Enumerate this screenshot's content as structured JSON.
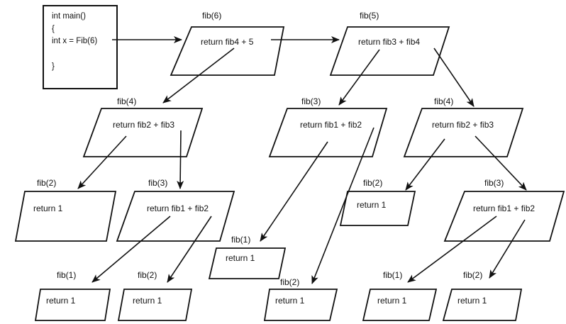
{
  "main_box": {
    "lines": [
      "int main()",
      "{",
      "int x = Fib(6)",
      "",
      "}"
    ]
  },
  "nodes": [
    {
      "id": "fib6",
      "label": "fib(6)",
      "text": "return fib4 + 5"
    },
    {
      "id": "fib5",
      "label": "fib(5)",
      "text": "return fib3 + fib4"
    },
    {
      "id": "fib4a",
      "label": "fib(4)",
      "text": "return fib2 + fib3"
    },
    {
      "id": "fib3a",
      "label": "fib(3)",
      "text": "return fib1 + fib2"
    },
    {
      "id": "fib4b",
      "label": "fib(4)",
      "text": "return fib2 + fib3"
    },
    {
      "id": "fib2a",
      "label": "fib(2)",
      "text": "return 1"
    },
    {
      "id": "fib3b",
      "label": "fib(3)",
      "text": "return fib1 + fib2"
    },
    {
      "id": "fib2b",
      "label": "fib(2)",
      "text": "return 1"
    },
    {
      "id": "fib3c",
      "label": "fib(3)",
      "text": "return fib1 + fib2"
    },
    {
      "id": "fib1a",
      "label": "fib(1)",
      "text": "return 1"
    },
    {
      "id": "fib1b",
      "label": "fib(1)",
      "text": "return 1"
    },
    {
      "id": "fib2c",
      "label": "fib(2)",
      "text": "return 1"
    },
    {
      "id": "fib2d",
      "label": "fib(2)",
      "text": "return 1"
    },
    {
      "id": "fib1c",
      "label": "fib(1)",
      "text": "return 1"
    },
    {
      "id": "fib2e",
      "label": "fib(2)",
      "text": "return 1"
    }
  ],
  "edges": [
    [
      "main",
      "fib6"
    ],
    [
      "fib6",
      "fib5"
    ],
    [
      "fib6",
      "fib4a"
    ],
    [
      "fib5",
      "fib3a"
    ],
    [
      "fib5",
      "fib4b"
    ],
    [
      "fib4a",
      "fib2a"
    ],
    [
      "fib4a",
      "fib3b"
    ],
    [
      "fib3a",
      "fib1a"
    ],
    [
      "fib3a",
      "fib2d"
    ],
    [
      "fib4b",
      "fib2b"
    ],
    [
      "fib4b",
      "fib3c"
    ],
    [
      "fib3b",
      "fib1b"
    ],
    [
      "fib3b",
      "fib2c"
    ],
    [
      "fib3c",
      "fib1c"
    ],
    [
      "fib3c",
      "fib2e"
    ]
  ]
}
